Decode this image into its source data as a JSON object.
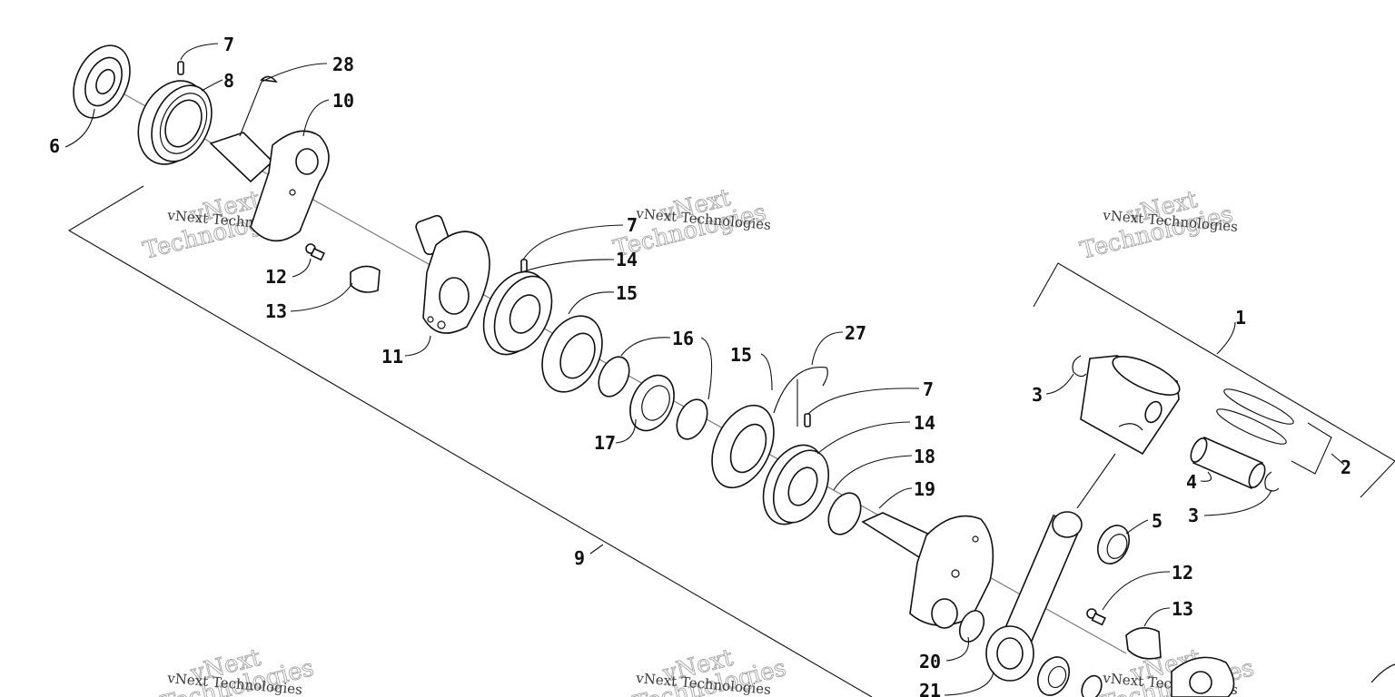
{
  "diagram": {
    "callouts": [
      {
        "id": "c7a",
        "text": "7"
      },
      {
        "id": "c28",
        "text": "28"
      },
      {
        "id": "c8",
        "text": "8"
      },
      {
        "id": "c10",
        "text": "10"
      },
      {
        "id": "c6",
        "text": "6"
      },
      {
        "id": "c12a",
        "text": "12"
      },
      {
        "id": "c13a",
        "text": "13"
      },
      {
        "id": "c11",
        "text": "11"
      },
      {
        "id": "c7b",
        "text": "7"
      },
      {
        "id": "c14a",
        "text": "14"
      },
      {
        "id": "c15a",
        "text": "15"
      },
      {
        "id": "c16",
        "text": "16"
      },
      {
        "id": "c17",
        "text": "17"
      },
      {
        "id": "c15b",
        "text": "15"
      },
      {
        "id": "c27",
        "text": "27"
      },
      {
        "id": "c7c",
        "text": "7"
      },
      {
        "id": "c14b",
        "text": "14"
      },
      {
        "id": "c18",
        "text": "18"
      },
      {
        "id": "c19",
        "text": "19"
      },
      {
        "id": "c9",
        "text": "9"
      },
      {
        "id": "c20",
        "text": "20"
      },
      {
        "id": "c21",
        "text": "21"
      },
      {
        "id": "c1",
        "text": "1"
      },
      {
        "id": "c3a",
        "text": "3"
      },
      {
        "id": "c2",
        "text": "2"
      },
      {
        "id": "c4",
        "text": "4"
      },
      {
        "id": "c3b",
        "text": "3"
      },
      {
        "id": "c5",
        "text": "5"
      },
      {
        "id": "c12b",
        "text": "12"
      },
      {
        "id": "c13b",
        "text": "13"
      }
    ],
    "watermark": {
      "brand": "vNext",
      "company": "vNext Technologies",
      "word": "Technologies"
    }
  }
}
